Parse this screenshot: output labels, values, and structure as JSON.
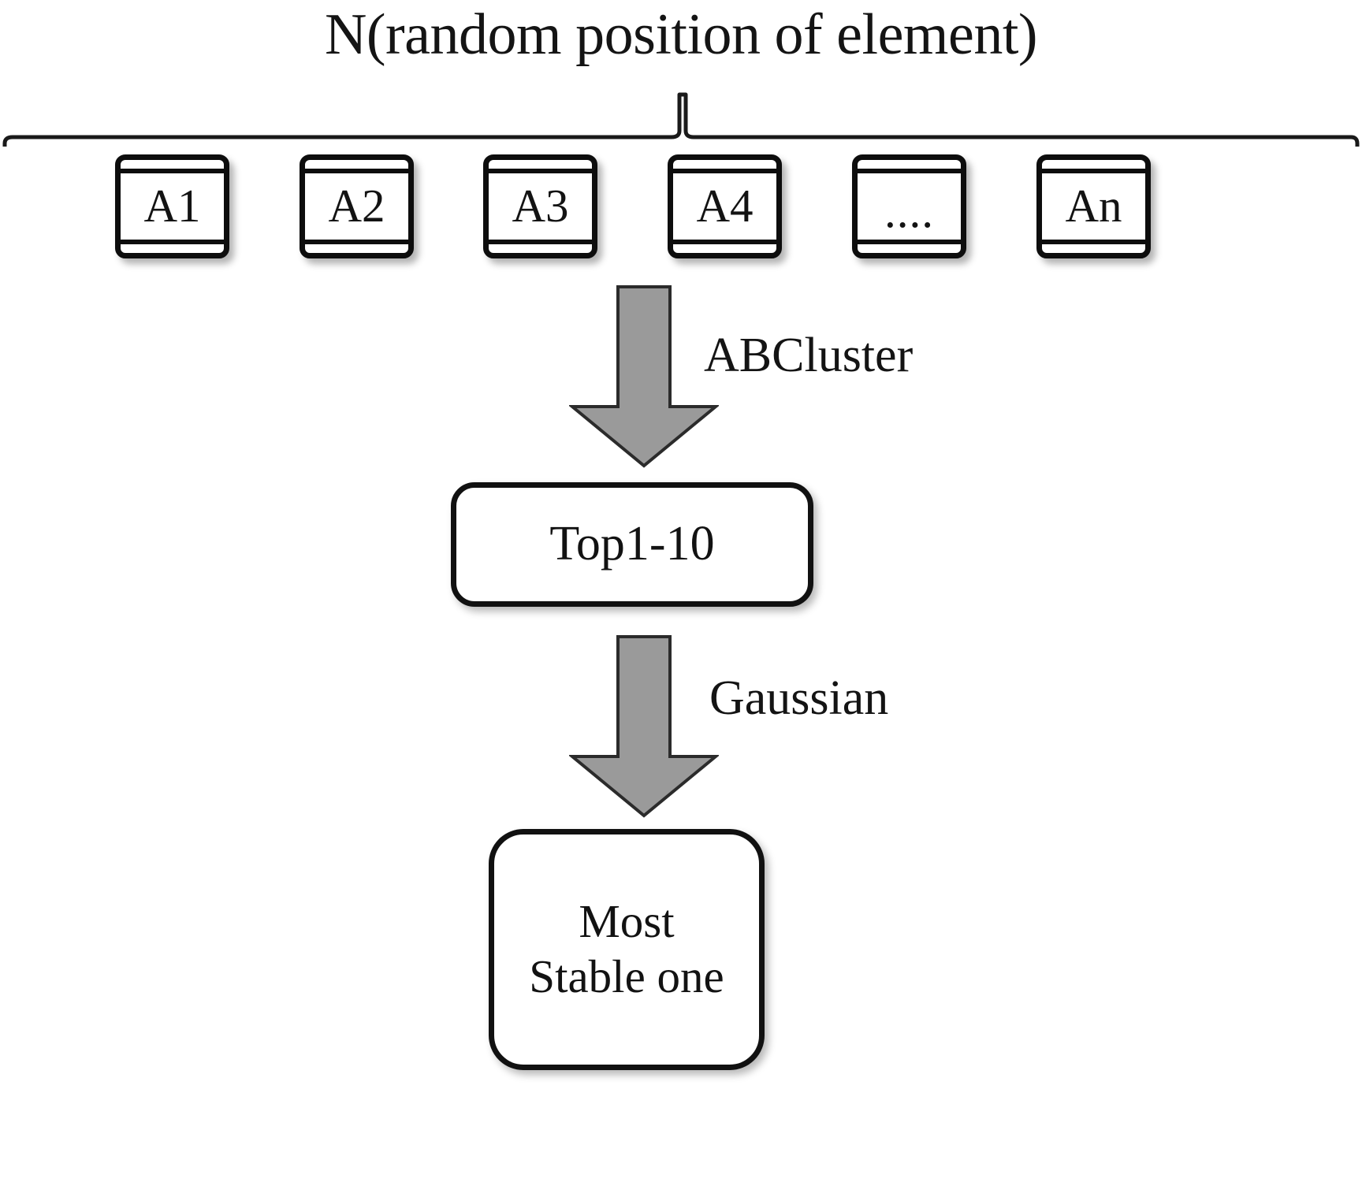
{
  "diagram": {
    "type": "flowchart",
    "title": "N(random position of element)",
    "background_color": "#ffffff",
    "stroke_color": "#111111",
    "arrow_fill_color": "#9a9a9a",
    "elements_group": {
      "brace_name": "top-brace",
      "cards": [
        {
          "id": "A1",
          "label": "A1"
        },
        {
          "id": "A2",
          "label": "A2"
        },
        {
          "id": "A3",
          "label": "A3"
        },
        {
          "id": "A4",
          "label": "A4"
        },
        {
          "id": "ellipsis",
          "label": "...."
        },
        {
          "id": "An",
          "label": "An"
        }
      ]
    },
    "steps": [
      {
        "arrow_label": "ABCluster",
        "target_box": "Top1-10"
      },
      {
        "arrow_label": "Gaussian",
        "target_box": "Most\nStable one"
      }
    ],
    "boxes": [
      {
        "id": "top1-10",
        "label": "Top1-10"
      },
      {
        "id": "most-stable",
        "label": "Most\nStable one"
      }
    ]
  }
}
